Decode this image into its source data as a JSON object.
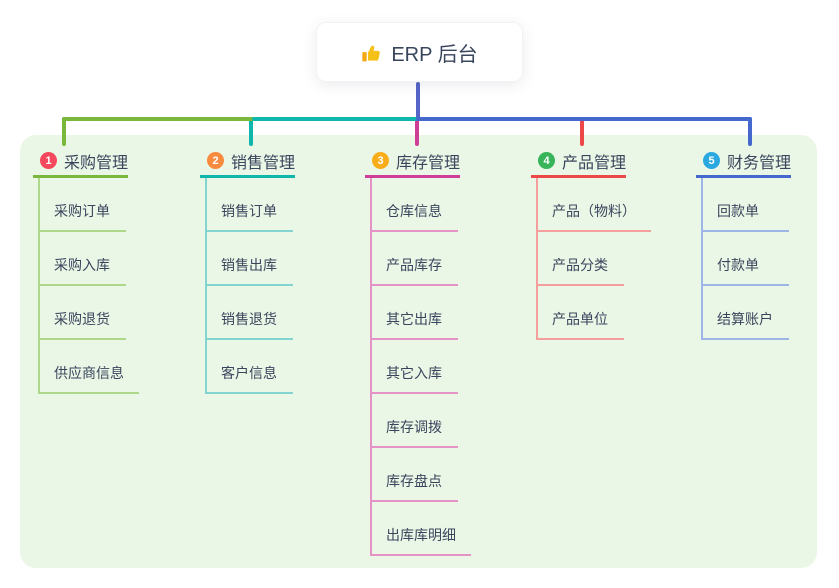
{
  "root": {
    "label": "ERP 后台",
    "icon": "thumbs-up-icon",
    "icon_color": "#f5b718",
    "connector_color": "#5565c8",
    "text_color": "#39455c"
  },
  "panel": {
    "background": "#ebf7e6"
  },
  "branches": [
    {
      "number": "1",
      "label": "采购管理",
      "badge_color": "#f4485e",
      "line_color": "#7ab83d",
      "child_line_color": "#afd789",
      "children": [
        "采购订单",
        "采购入库",
        "采购退货",
        "供应商信息"
      ]
    },
    {
      "number": "2",
      "label": "销售管理",
      "badge_color": "#f98b3f",
      "line_color": "#10b5ab",
      "child_line_color": "#82d5ce",
      "children": [
        "销售订单",
        "销售出库",
        "销售退货",
        "客户信息"
      ]
    },
    {
      "number": "3",
      "label": "库存管理",
      "badge_color": "#f9ae19",
      "line_color": "#ce3d97",
      "child_line_color": "#e592c6",
      "children": [
        "仓库信息",
        "产品库存",
        "其它出库",
        "其它入库",
        "库存调拨",
        "库存盘点",
        "出库库明细"
      ]
    },
    {
      "number": "4",
      "label": "产品管理",
      "badge_color": "#38b45a",
      "line_color": "#ed4848",
      "child_line_color": "#f59e9e",
      "children": [
        "产品（物料）",
        "产品分类",
        "产品单位"
      ]
    },
    {
      "number": "5",
      "label": "财务管理",
      "badge_color": "#29a8e2",
      "line_color": "#4468cd",
      "child_line_color": "#9eb5e7",
      "children": [
        "回款单",
        "付款单",
        "结算账户"
      ]
    }
  ]
}
